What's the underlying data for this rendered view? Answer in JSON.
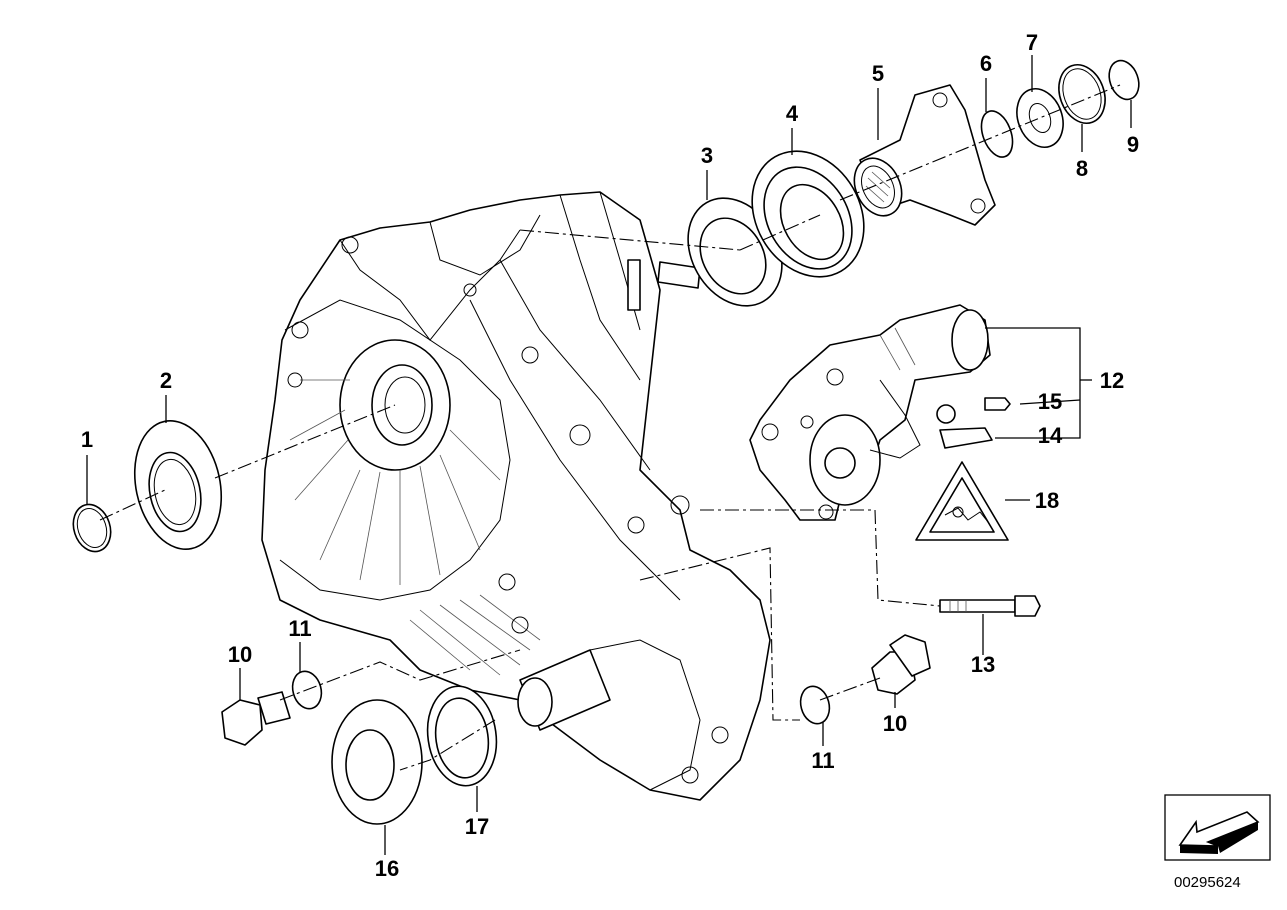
{
  "callouts": [
    {
      "id": "1",
      "label": "1"
    },
    {
      "id": "2",
      "label": "2"
    },
    {
      "id": "3",
      "label": "3"
    },
    {
      "id": "4",
      "label": "4"
    },
    {
      "id": "5",
      "label": "5"
    },
    {
      "id": "6",
      "label": "6"
    },
    {
      "id": "7",
      "label": "7"
    },
    {
      "id": "8",
      "label": "8"
    },
    {
      "id": "9",
      "label": "9"
    },
    {
      "id": "10a",
      "label": "10"
    },
    {
      "id": "10b",
      "label": "10"
    },
    {
      "id": "11a",
      "label": "11"
    },
    {
      "id": "11b",
      "label": "11"
    },
    {
      "id": "12",
      "label": "12"
    },
    {
      "id": "13",
      "label": "13"
    },
    {
      "id": "14",
      "label": "14"
    },
    {
      "id": "15",
      "label": "15"
    },
    {
      "id": "16",
      "label": "16"
    },
    {
      "id": "17",
      "label": "17"
    },
    {
      "id": "18",
      "label": "18"
    }
  ],
  "diagram_code": "00295624",
  "icons": [
    "direction-arrow-icon",
    "warning-triangle-icon"
  ]
}
